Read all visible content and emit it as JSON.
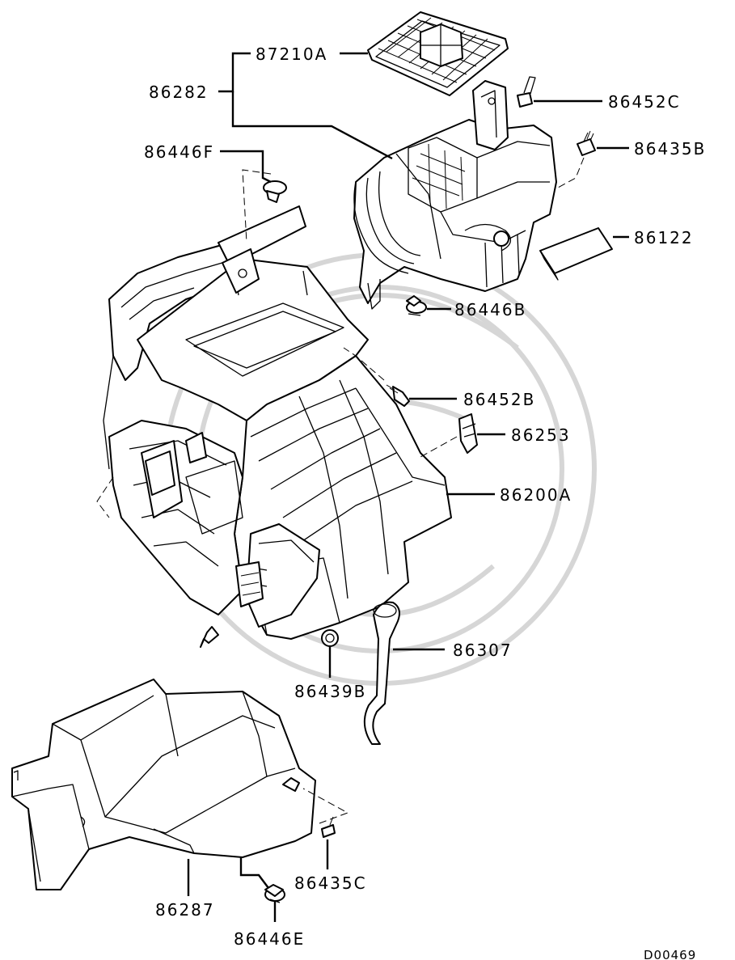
{
  "diagram_id": "D00469",
  "parts": {
    "p87210A": "87210A",
    "p86282": "86282",
    "p86452C": "86452C",
    "p86435B": "86435B",
    "p86446F": "86446F",
    "p86122": "86122",
    "p86446B": "86446B",
    "p86452B": "86452B",
    "p86253": "86253",
    "p86200A": "86200A",
    "p86307": "86307",
    "p86439B": "86439B",
    "p86435C": "86435C",
    "p86287": "86287",
    "p86446E": "86446E"
  }
}
